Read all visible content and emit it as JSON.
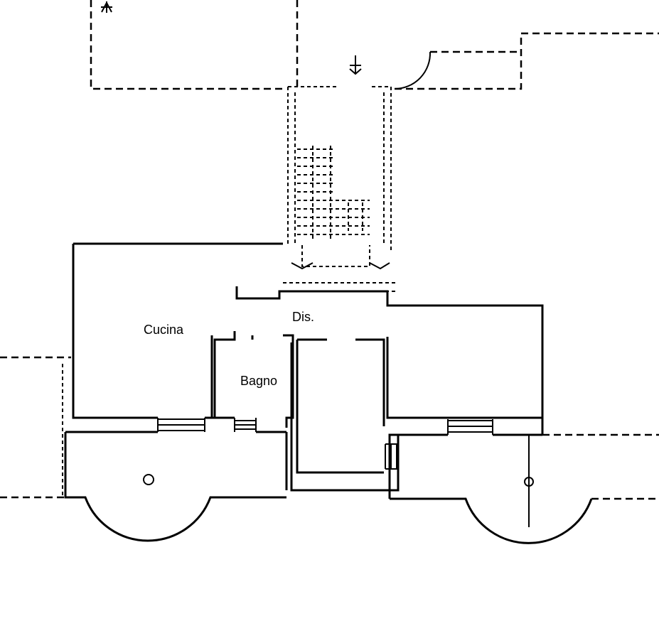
{
  "rooms": {
    "kitchen": "Cucina",
    "hallway": "Dis.",
    "bathroom": "Bagno"
  },
  "colors": {
    "line": "#000000",
    "background": "#ffffff"
  }
}
